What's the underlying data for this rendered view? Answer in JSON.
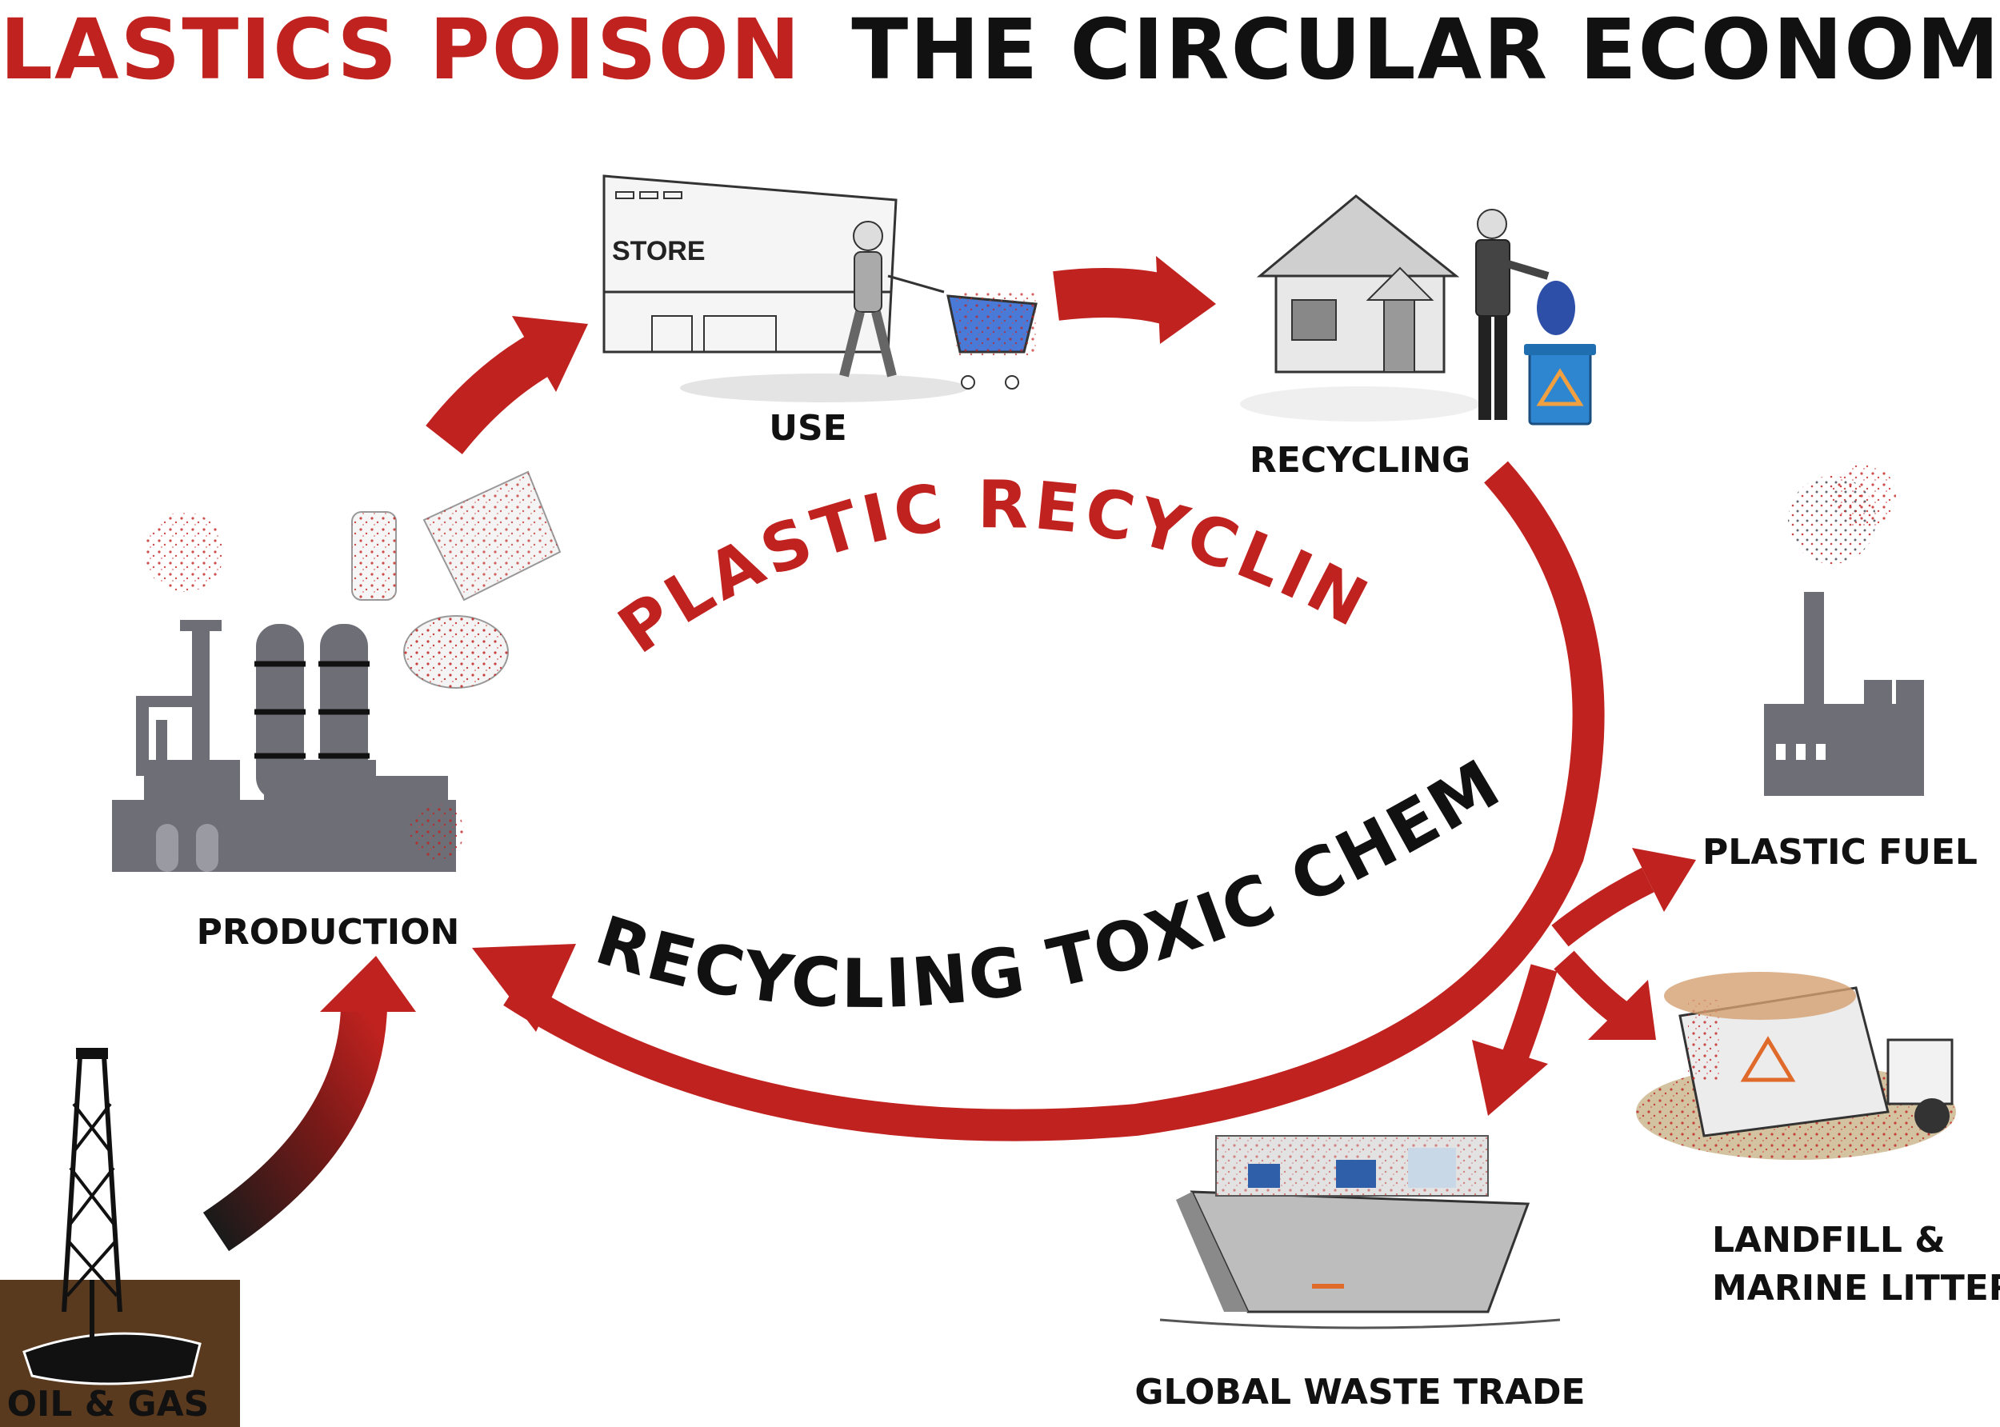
{
  "title": {
    "part1": "PLASTICS POISON",
    "part2": "THE CIRCULAR ECONOMY"
  },
  "slogan": {
    "line1": "PLASTIC RECYCLING =",
    "line2": "RECYCLING TOXIC CHEMICALS"
  },
  "nodes": {
    "use": "USE",
    "recycling": "RECYCLING",
    "production": "PRODUCTION",
    "oil_gas": "OIL & GAS",
    "plastic_fuel": "PLASTIC FUEL",
    "landfill_line1": "LANDFILL &",
    "landfill_line2": "MARINE LITTER",
    "global_waste_trade": "GLOBAL WASTE TRADE"
  },
  "store_sign": "STORE",
  "colors": {
    "accent_red": "#c0221f",
    "text_black": "#111111",
    "factory_gray": "#6e6e76",
    "ground_brown": "#5a3a1e"
  },
  "icons": [
    "store-icon",
    "house-icon",
    "factory-icon",
    "oil-rig-icon",
    "smokestack-icon",
    "cargo-ship-icon",
    "dump-truck-icon",
    "recycle-bin-icon"
  ]
}
